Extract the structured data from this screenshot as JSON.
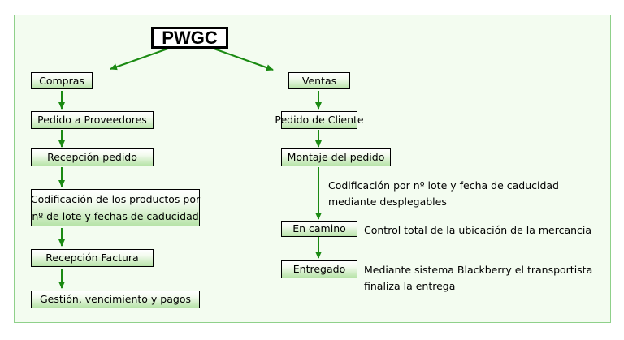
{
  "title": "PWGC",
  "left": {
    "head": "Compras",
    "steps": [
      "Pedido a Proveedores",
      "Recepción pedido",
      [
        "Codificación de los productos por",
        "nº de lote y fechas de caducidad"
      ],
      "Recepción Factura",
      "Gestión, vencimiento y pagos"
    ]
  },
  "right": {
    "head": "Ventas",
    "steps": [
      "Pedido de Cliente",
      "Montaje del pedido",
      "En camino",
      "Entregado"
    ],
    "notes": [
      [
        "Codificación por nº lote y fecha de caducidad",
        "mediante desplegables"
      ],
      [
        "Control total de la ubicación de la mercancia"
      ],
      [
        "Mediante sistema Blackberry el transportista",
        "finaliza la entrega"
      ]
    ]
  },
  "colors": {
    "arrow": "#1a8a12",
    "frame_border": "#8fd08a",
    "frame_fill": "#f3fcf0",
    "box_fill": "#b7e3a8"
  }
}
